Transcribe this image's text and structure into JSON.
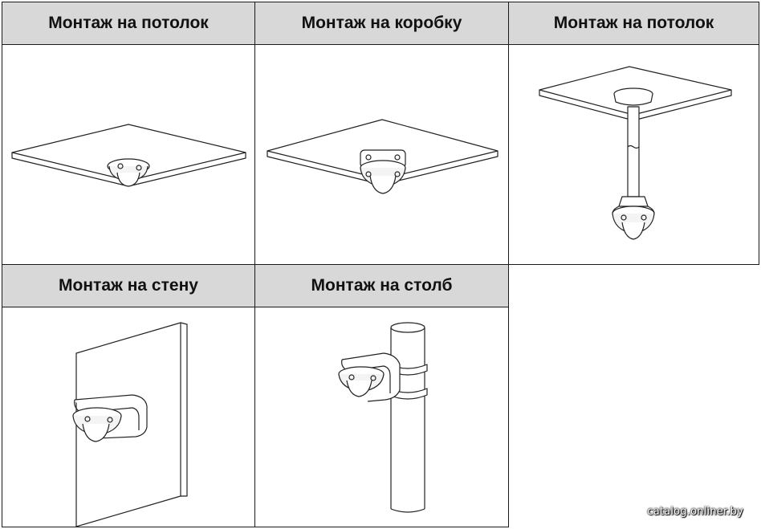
{
  "panels": [
    {
      "title": "Монтаж на потолок"
    },
    {
      "title": "Монтаж на коробку"
    },
    {
      "title": "Монтаж на потолок"
    },
    {
      "title": "Монтаж на стену"
    },
    {
      "title": "Монтаж на столб"
    }
  ],
  "watermark": "catalog.onliner.by"
}
